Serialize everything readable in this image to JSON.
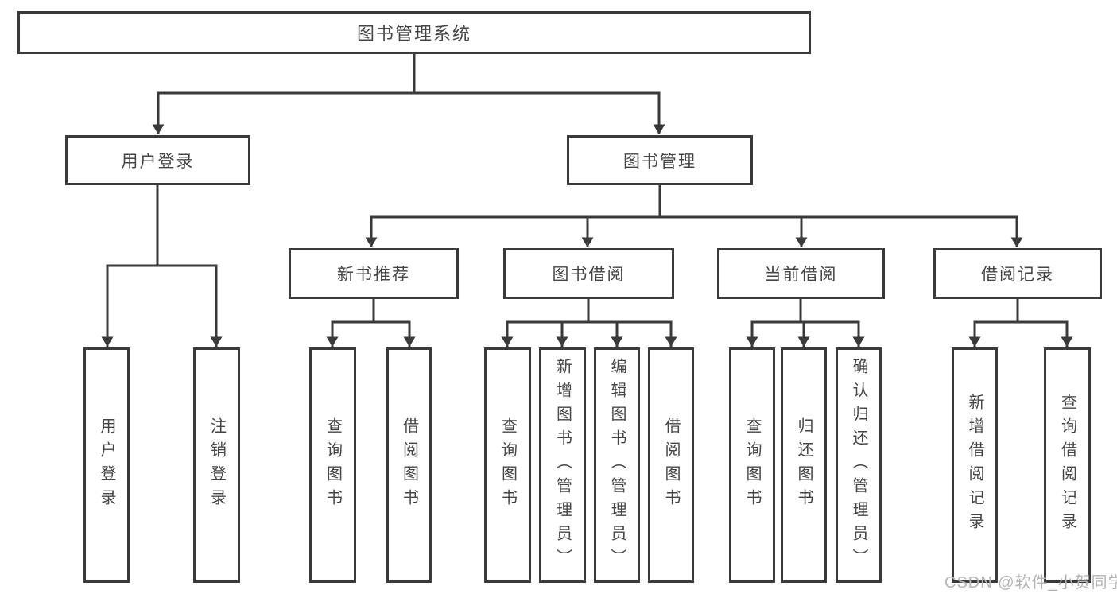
{
  "colors": {
    "line": "#3a3a3a",
    "box_border": "#3a3a3a",
    "box_fill": "#ffffff",
    "text": "#454545",
    "watermark": "#b5b5b5",
    "background": "#ffffff"
  },
  "watermark": {
    "text": "CSDN @软件_小贺同学"
  },
  "tree": {
    "root": {
      "label": "图书管理系统"
    },
    "branches": [
      {
        "label": "用户登录",
        "children": [
          {
            "label": "用户登录"
          },
          {
            "label": "注销登录"
          }
        ]
      },
      {
        "label": "图书管理",
        "children": [
          {
            "label": "新书推荐",
            "children": [
              {
                "label": "查询图书"
              },
              {
                "label": "借阅图书"
              }
            ]
          },
          {
            "label": "图书借阅",
            "children": [
              {
                "label": "查询图书"
              },
              {
                "label": "新增图书（管理员）"
              },
              {
                "label": "编辑图书（管理员）"
              },
              {
                "label": "借阅图书"
              }
            ]
          },
          {
            "label": "当前借阅",
            "children": [
              {
                "label": "查询图书"
              },
              {
                "label": "归还图书"
              },
              {
                "label": "确认归还（管理员）"
              }
            ]
          },
          {
            "label": "借阅记录",
            "children": [
              {
                "label": "新增借阅记录"
              },
              {
                "label": "查询借阅记录"
              }
            ]
          }
        ]
      }
    ]
  }
}
